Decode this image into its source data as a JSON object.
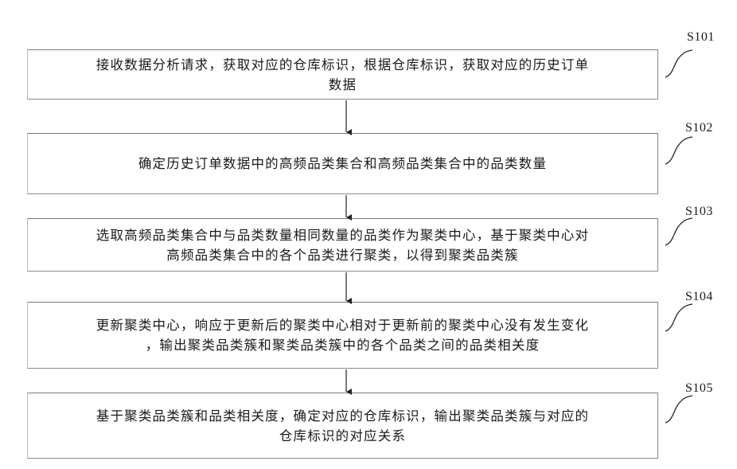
{
  "steps": [
    {
      "label": "S101",
      "text_line1": "接收数据分析请求，获取对应的仓库标识，根据仓库标识，获取对应的历史订单",
      "text_line2": "数据"
    },
    {
      "label": "S102",
      "text_line1": "确定历史订单数据中的高频品类集合和高频品类集合中的品类数量",
      "text_line2": ""
    },
    {
      "label": "S103",
      "text_line1": "选取高频品类集合中与品类数量相同数量的品类作为聚类中心，基于聚类中心对",
      "text_line2": "高频品类集合中的各个品类进行聚类，以得到聚类品类簇"
    },
    {
      "label": "S104",
      "text_line1": "更新聚类中心，响应于更新后的聚类中心相对于更新前的聚类中心没有发生变化",
      "text_line2": "，输出聚类品类簇和聚类品类簇中的各个品类之间的品类相关度"
    },
    {
      "label": "S105",
      "text_line1": "基于聚类品类簇和品类相关度，确定对应的仓库标识，输出聚类品类簇与对应的",
      "text_line2": "仓库标识的对应关系"
    }
  ]
}
